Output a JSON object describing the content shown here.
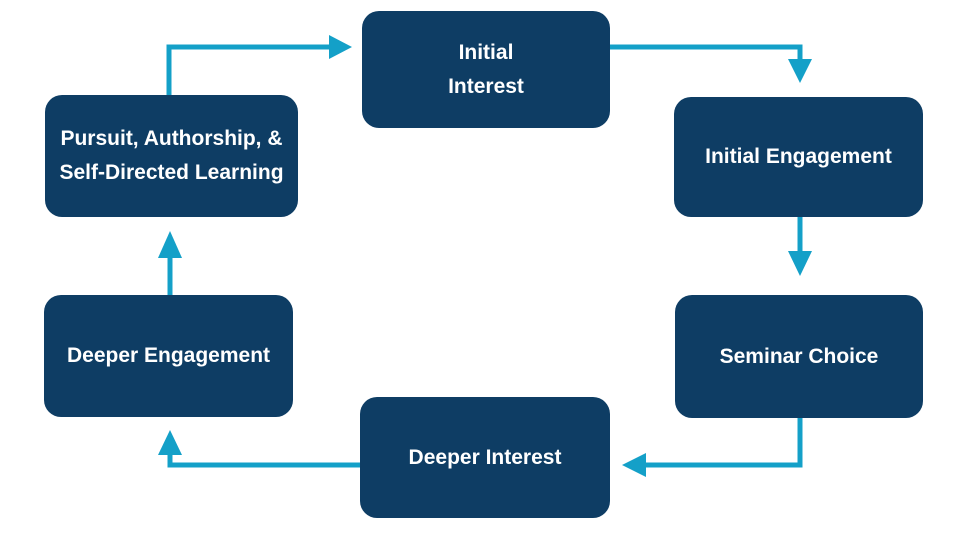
{
  "diagram": {
    "type": "cycle-flowchart",
    "colors": {
      "node_fill": "#0e3d64",
      "node_text": "#ffffff",
      "arrow": "#14a0c8",
      "background": "#ffffff"
    },
    "nodes": [
      {
        "id": "initial-interest",
        "label": "Initial\nInterest"
      },
      {
        "id": "initial-engagement",
        "label": "Initial Engagement"
      },
      {
        "id": "seminar-choice",
        "label": "Seminar Choice"
      },
      {
        "id": "deeper-interest",
        "label": "Deeper Interest"
      },
      {
        "id": "deeper-engagement",
        "label": "Deeper Engagement"
      },
      {
        "id": "pursuit-authorship-self-directed-learning",
        "label": "Pursuit, Authorship, &\nSelf-Directed Learning"
      }
    ],
    "connections": [
      {
        "from": "initial-interest",
        "to": "initial-engagement"
      },
      {
        "from": "initial-engagement",
        "to": "seminar-choice"
      },
      {
        "from": "seminar-choice",
        "to": "deeper-interest"
      },
      {
        "from": "deeper-interest",
        "to": "deeper-engagement"
      },
      {
        "from": "deeper-engagement",
        "to": "pursuit-authorship-self-directed-learning"
      },
      {
        "from": "pursuit-authorship-self-directed-learning",
        "to": "initial-interest"
      }
    ]
  }
}
